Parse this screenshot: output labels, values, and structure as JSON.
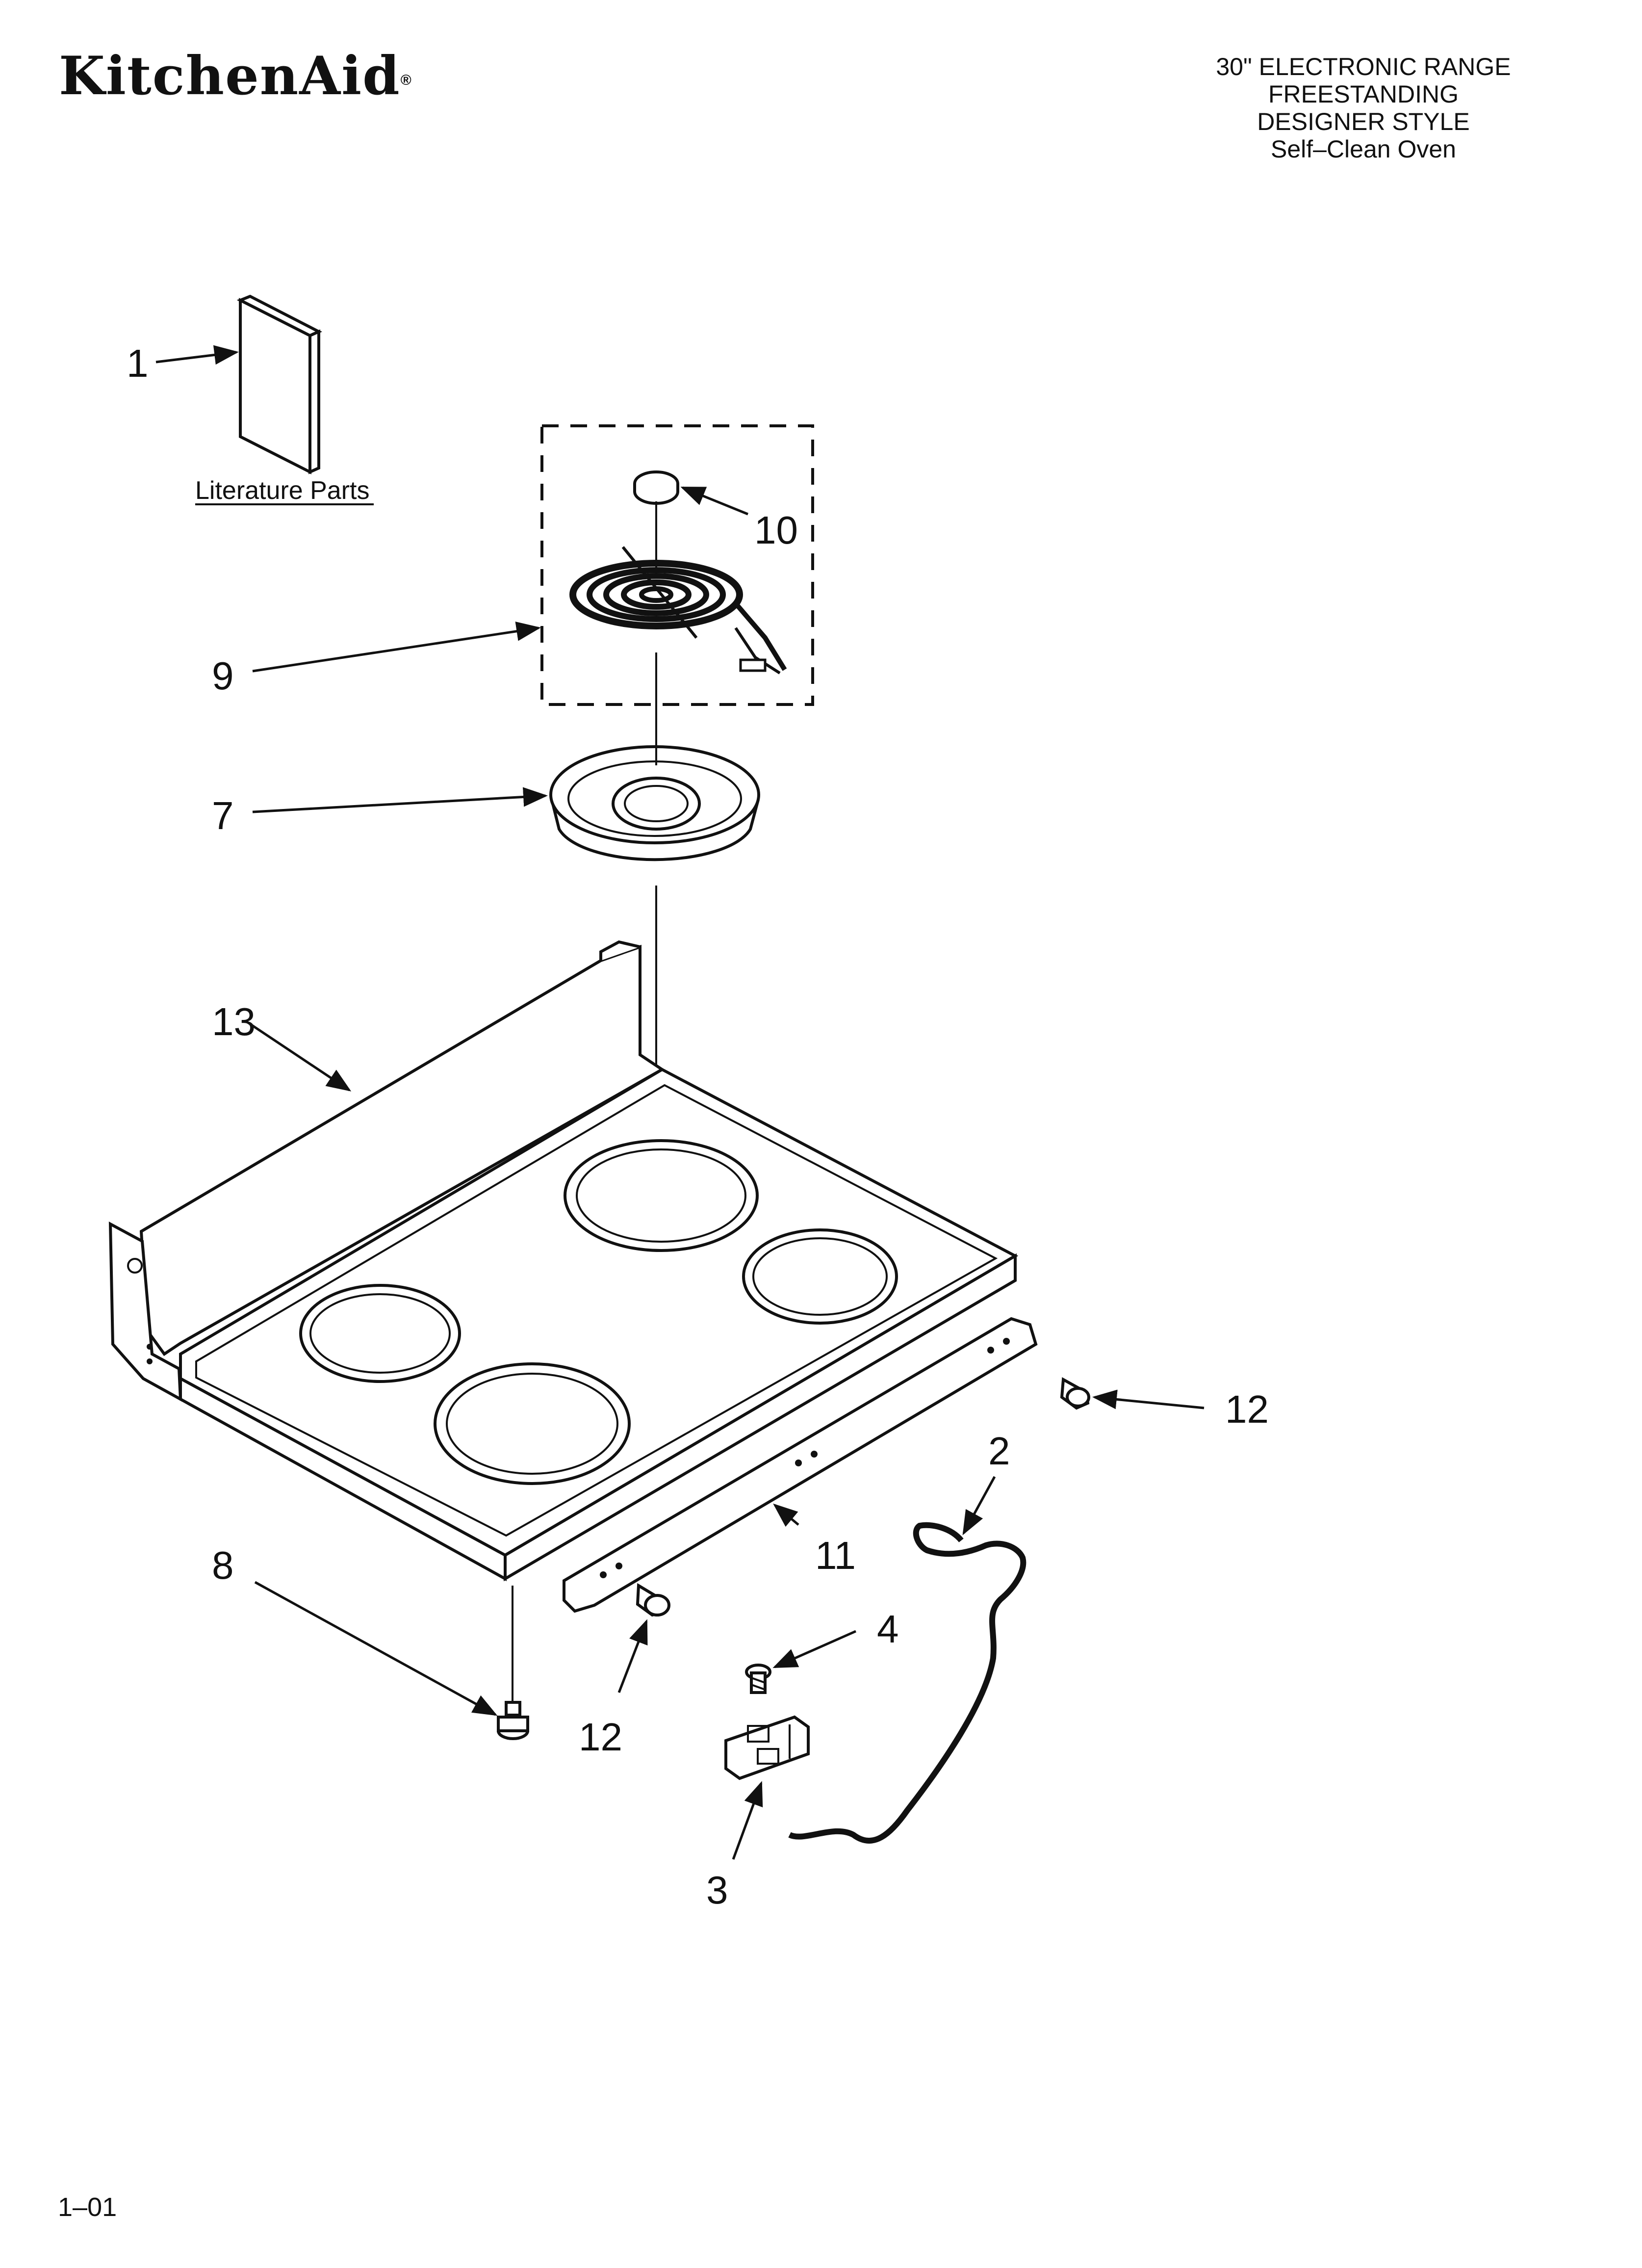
{
  "brand": {
    "name": "KitchenAid",
    "registered_mark": "®"
  },
  "header": {
    "lines": [
      "30\" ELECTRONIC RANGE",
      "FREESTANDING",
      "DESIGNER STYLE",
      "Self–Clean Oven"
    ]
  },
  "diagram": {
    "literature_label": "Literature Parts",
    "callouts": [
      "1",
      "10",
      "9",
      "7",
      "13",
      "12",
      "2",
      "11",
      "8",
      "4",
      "12",
      "3"
    ]
  },
  "footer": {
    "page_code": "1–01"
  }
}
